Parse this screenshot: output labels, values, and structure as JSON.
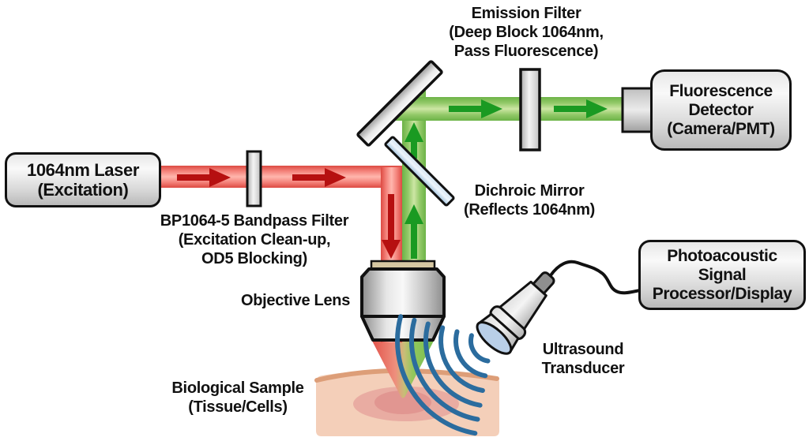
{
  "boxes": {
    "laser": {
      "lines": [
        "1064nm Laser",
        "(Excitation)"
      ]
    },
    "fluorescence_detector": {
      "lines": [
        "Fluorescence",
        "Detector",
        "(Camera/PMT)"
      ]
    },
    "photoacoustic_processor": {
      "lines": [
        "Photoacoustic",
        "Signal",
        "Processor/Display"
      ]
    }
  },
  "labels": {
    "emission_filter": {
      "lines": [
        "Emission Filter",
        "(Deep Block 1064nm,",
        "Pass Fluorescence)"
      ]
    },
    "bandpass_filter": {
      "lines": [
        "BP1064-5 Bandpass Filter",
        "(Excitation Clean-up,",
        "OD5 Blocking)"
      ]
    },
    "dichroic_mirror": {
      "lines": [
        "Dichroic Mirror",
        "(Reflects 1064nm)"
      ]
    },
    "objective_lens": {
      "lines": [
        "Objective Lens"
      ]
    },
    "biological_sample": {
      "lines": [
        "Biological Sample",
        "(Tissue/Cells)"
      ]
    },
    "ultrasound_transducer": {
      "lines": [
        "Ultrasound",
        "Transducer"
      ]
    }
  },
  "colors": {
    "excitation_beam_red": "#ee5a50",
    "excitation_arrow_red": "#b61010",
    "fluorescence_beam_green": "#8cc63f",
    "fluorescence_arrow_green": "#1a9a22",
    "dichroic_glass_blue": "#bdd7ec",
    "ultrasound_wave_blue": "#2b6c9e",
    "tissue_peach": "#f4cfb9",
    "absorption_spot_pink": "#dd8f8f"
  }
}
